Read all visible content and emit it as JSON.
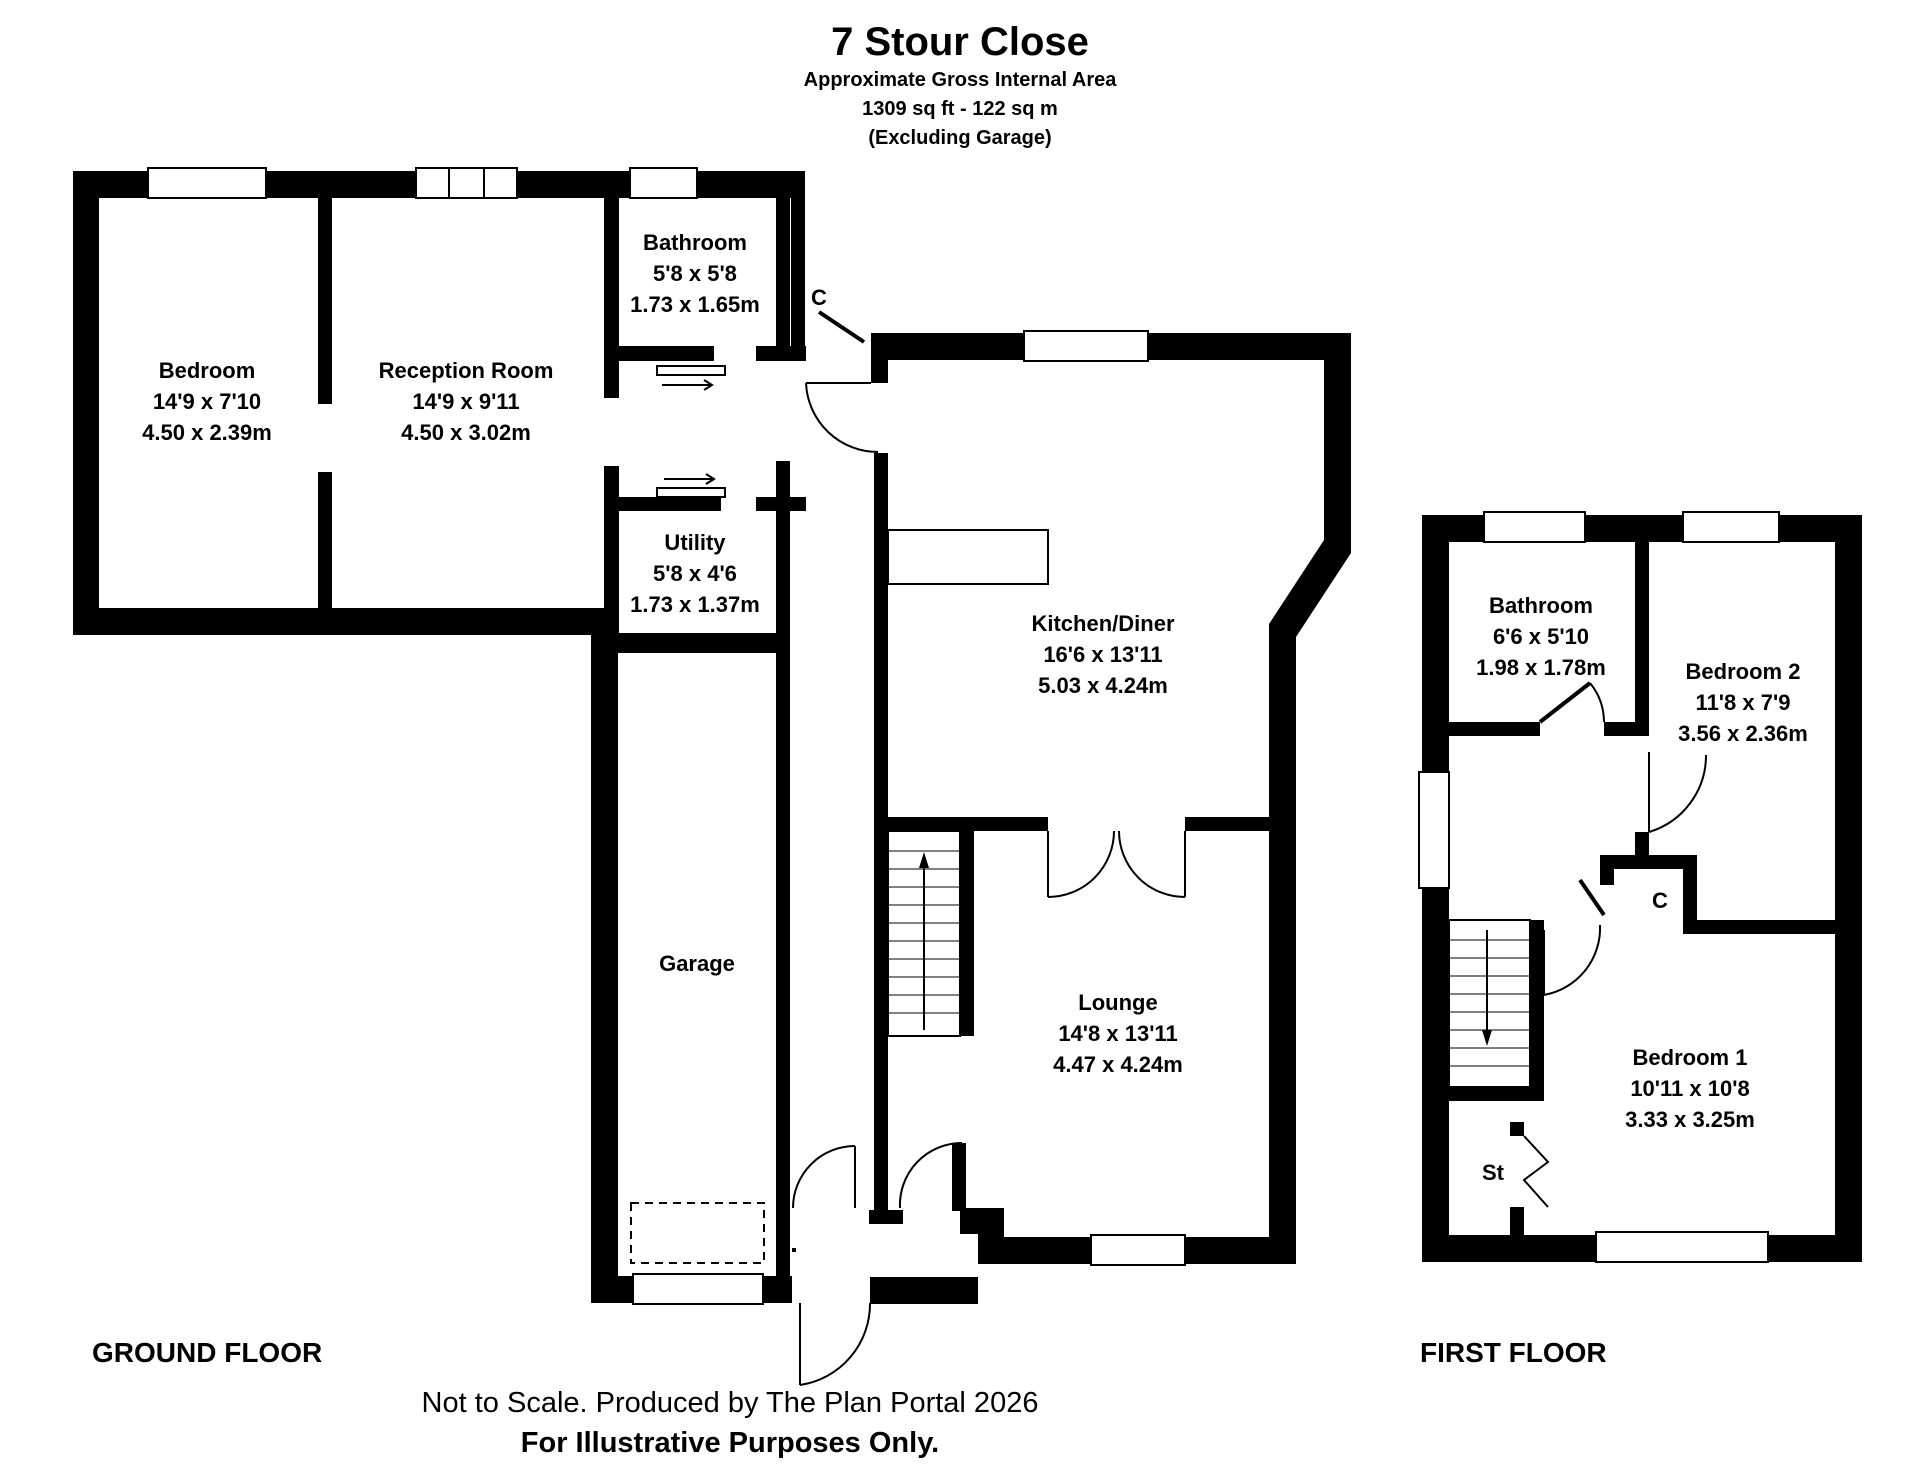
{
  "header": {
    "title": "7 Stour Close",
    "area_caption": "Approximate Gross Internal Area",
    "area_value": "1309 sq ft - 122 sq m",
    "exclusion": "(Excluding Garage)"
  },
  "ground_floor": {
    "label": "GROUND FLOOR",
    "rooms": [
      {
        "name": "Bedroom",
        "imperial": "14'9 x 7'10",
        "metric": "4.50 x 2.39m"
      },
      {
        "name": "Reception Room",
        "imperial": "14'9 x 9'11",
        "metric": "4.50 x 3.02m"
      },
      {
        "name": "Bathroom",
        "imperial": "5'8 x 5'8",
        "metric": "1.73 x 1.65m"
      },
      {
        "name": "Utility",
        "imperial": "5'8 x 4'6",
        "metric": "1.73 x 1.37m"
      },
      {
        "name": "Kitchen/Diner",
        "imperial": "16'6 x 13'11",
        "metric": "5.03 x 4.24m"
      },
      {
        "name": "Lounge",
        "imperial": "14'8 x 13'11",
        "metric": "4.47 x 4.24m"
      },
      {
        "name": "Garage"
      }
    ],
    "cupboard": "C"
  },
  "first_floor": {
    "label": "FIRST FLOOR",
    "rooms": [
      {
        "name": "Bathroom",
        "imperial": "6'6 x 5'10",
        "metric": "1.98 x 1.78m"
      },
      {
        "name": "Bedroom 2",
        "imperial": "11'8 x 7'9",
        "metric": "3.56 x 2.36m"
      },
      {
        "name": "Bedroom 1",
        "imperial": "10'11 x 10'8",
        "metric": "3.33 x 3.25m"
      }
    ],
    "cupboard": "C",
    "store": "St"
  },
  "footer": {
    "note": "Not to Scale. Produced by The Plan Portal 2026",
    "disclaimer": "For Illustrative Purposes Only."
  },
  "colors": {
    "wall": "#000000",
    "background": "#ffffff",
    "window": "#ffffff",
    "fixture_line": "#000000"
  }
}
